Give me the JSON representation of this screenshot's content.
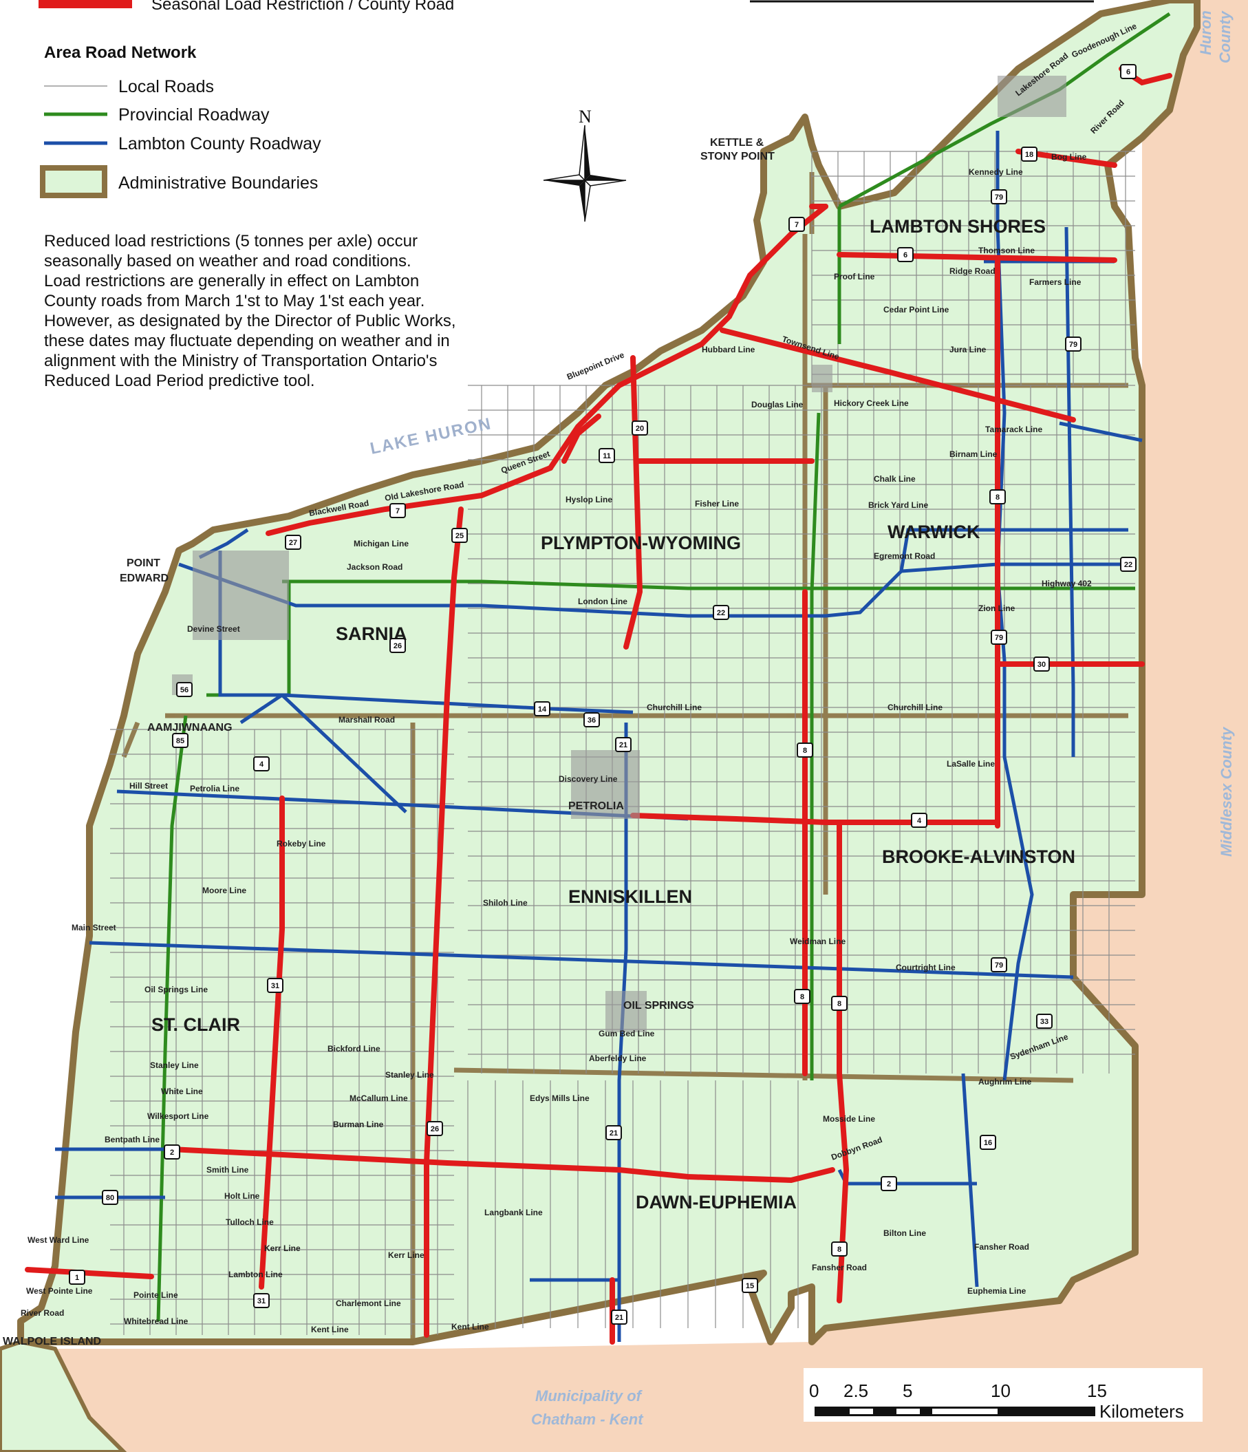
{
  "legend": {
    "top_entry": "Seasonal Load Restriction / County Road",
    "heading": "Area Road Network",
    "items": [
      {
        "label": "Local Roads",
        "color": "#999999"
      },
      {
        "label": "Provincial Roadway",
        "color": "#2e8b1e"
      },
      {
        "label": "Lambton County Roadway",
        "color": "#1c4fa8"
      },
      {
        "label": "Administrative Boundaries",
        "color": "#8a7142"
      }
    ],
    "note_lines": [
      "Reduced load restrictions (5 tonnes per axle) occur",
      "seasonally based on weather and road conditions.",
      "Load restrictions are generally in effect on Lambton",
      "County roads from March 1'st to May 1'st each year.",
      "However, as designated by the Director of Public Works,",
      "these dates may fluctuate depending on weather and in",
      "alignment with the Ministry of Transportation Ontario's",
      "Reduced Load Period predictive tool."
    ]
  },
  "colors": {
    "land": "#ddf5d8",
    "outside": "#f7d6bd",
    "boundary": "#8a7142",
    "restriction": "#e01b1b",
    "county": "#1c4fa8",
    "provincial": "#2e8b1e",
    "local": "#8c8c8c"
  },
  "north_arrow": {
    "label": "N"
  },
  "water": {
    "lake": "LAKE HURON"
  },
  "external_labels": {
    "huron_county": [
      "Huron",
      "County"
    ],
    "middlesex": "Middlesex County",
    "chatham": [
      "Municipality of",
      "Chatham - Kent"
    ]
  },
  "places": {
    "kettle_stony": [
      "KETTLE &",
      "STONY POINT"
    ],
    "point_edward": [
      "POINT",
      "EDWARD"
    ],
    "aamjiwnaang": "AAMJIWNAANG",
    "walpole": "WALPOLE ISLAND",
    "petrolia": "PETROLIA",
    "oil_springs": "OIL SPRINGS"
  },
  "municipalities": {
    "lambton_shores": "LAMBTON SHORES",
    "plympton_wyoming": "PLYMPTON-WYOMING",
    "warwick": "WARWICK",
    "sarnia": "SARNIA",
    "enniskillen": "ENNISKILLEN",
    "brooke_alvinston": "BROOKE-ALVINSTON",
    "st_clair": "ST. CLAIR",
    "dawn_euphemia": "DAWN-EUPHEMIA"
  },
  "road_labels": {
    "bluepoint": "Bluepoint Drive",
    "old_lakeshore": "Old Lakeshore Road",
    "queen_street": "Queen Street",
    "blackwell": "Blackwell Road",
    "hyslop": "Hyslop Line",
    "michigan": "Michigan Line",
    "jackson": "Jackson Road",
    "london_line": "London Line",
    "highway_402": "Highway 402",
    "egremont": "Egremont Road",
    "zion": "Zion Line",
    "devine": "Devine Street",
    "churchill_1": "Churchill Line",
    "churchill_2": "Churchill Line",
    "marshall": "Marshall Road",
    "petrolia_line": "Petrolia Line",
    "hill_street": "Hill Street",
    "rokeby": "Rokeby Line",
    "moore": "Moore Line",
    "shiloh": "Shiloh Line",
    "discovery": "Discovery Line",
    "lasalle": "LaSalle Line",
    "weidman": "Weidman Line",
    "courtright": "Courtright Line",
    "oil_springs_line": "Oil Springs Line",
    "main_street": "Main Street",
    "bickford": "Bickford Line",
    "stanley_1": "Stanley Line",
    "stanley_2": "Stanley Line",
    "white": "White Line",
    "mccallum": "McCallum Line",
    "edys_mills": "Edys Mills Line",
    "wilkesport": "Wilkesport Line",
    "burman": "Burman Line",
    "bentpath": "Bentpath Line",
    "smith": "Smith Line",
    "holt": "Holt Line",
    "tulloch": "Tulloch Line",
    "kerr_1": "Kerr Line",
    "kerr_2": "Kerr Line",
    "west_ward": "West Ward Line",
    "west_pointe": "West Pointe Line",
    "pointe": "Pointe Line",
    "river_road": "River Road",
    "whitebread": "Whitebread Line",
    "lambton_line": "Lambton Line",
    "charlemont": "Charlemont Line",
    "kent_1": "Kent Line",
    "kent_2": "Kent Line",
    "langbank": "Langbank Line",
    "gum_bed": "Gum Bed Line",
    "aberfeldy": "Aberfeldy Line",
    "sydenham": "Sydenham Line",
    "aughrim": "Aughrim Line",
    "mosside": "Mosside Line",
    "dobbyn": "Dobbyn Road",
    "bilton": "Bilton Line",
    "fansher_road": "Fansher Road",
    "fansher": "Fansher Road",
    "euphemia": "Euphemia Line",
    "thomson": "Thomson Line",
    "ridge": "Ridge Road",
    "farmers": "Farmers Line",
    "proof": "Proof Line",
    "cedar_point": "Cedar Point Line",
    "townsend": "Townsend Line",
    "hubbard": "Hubbard Line",
    "douglas": "Douglas Line",
    "hickory_creek": "Hickory Creek Line",
    "jura": "Jura Line",
    "tamarack": "Tamarack Line",
    "birnam": "Birnam Line",
    "chalk": "Chalk Line",
    "brick_yard": "Brick Yard Line",
    "fisher": "Fisher Line",
    "kennedy": "Kennedy Line",
    "bog": "Bog Line",
    "lakeshore_road": "Lakeshore Road",
    "river_road_north": "River Road",
    "grand_bend": "Goodenough Line"
  },
  "route_shields": [
    "7",
    "7",
    "6",
    "6",
    "18",
    "79",
    "79",
    "79",
    "79",
    "8",
    "8",
    "8",
    "8",
    "8",
    "11",
    "20",
    "21",
    "21",
    "21",
    "22",
    "22",
    "25",
    "26",
    "26",
    "27",
    "30",
    "31",
    "31",
    "33",
    "36",
    "56",
    "2",
    "2",
    "4",
    "4",
    "1",
    "14",
    "15",
    "16",
    "80",
    "85"
  ],
  "scale_bar": {
    "ticks": [
      "0",
      "2.5",
      "5",
      "10",
      "15"
    ],
    "unit": "Kilometers"
  }
}
